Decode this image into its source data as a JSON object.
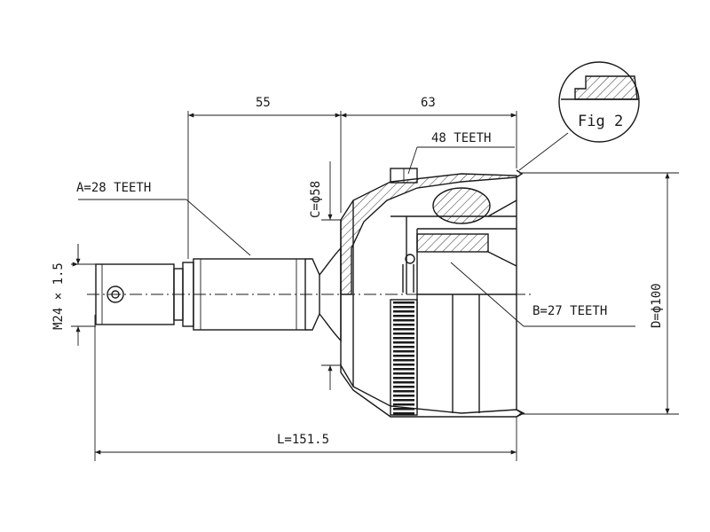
{
  "figure": {
    "label": "Fig 2"
  },
  "dimensions": {
    "shaft_length": "55",
    "housing_length": "63",
    "total_length": "L=151.5",
    "thread": "M24 × 1.5",
    "neck_diameter": "C=ϕ58",
    "outer_diameter": "D=ϕ100"
  },
  "callouts": {
    "a_teeth": "A=28 TEETH",
    "abs_teeth": "48 TEETH",
    "b_teeth": "B=27 TEETH"
  }
}
